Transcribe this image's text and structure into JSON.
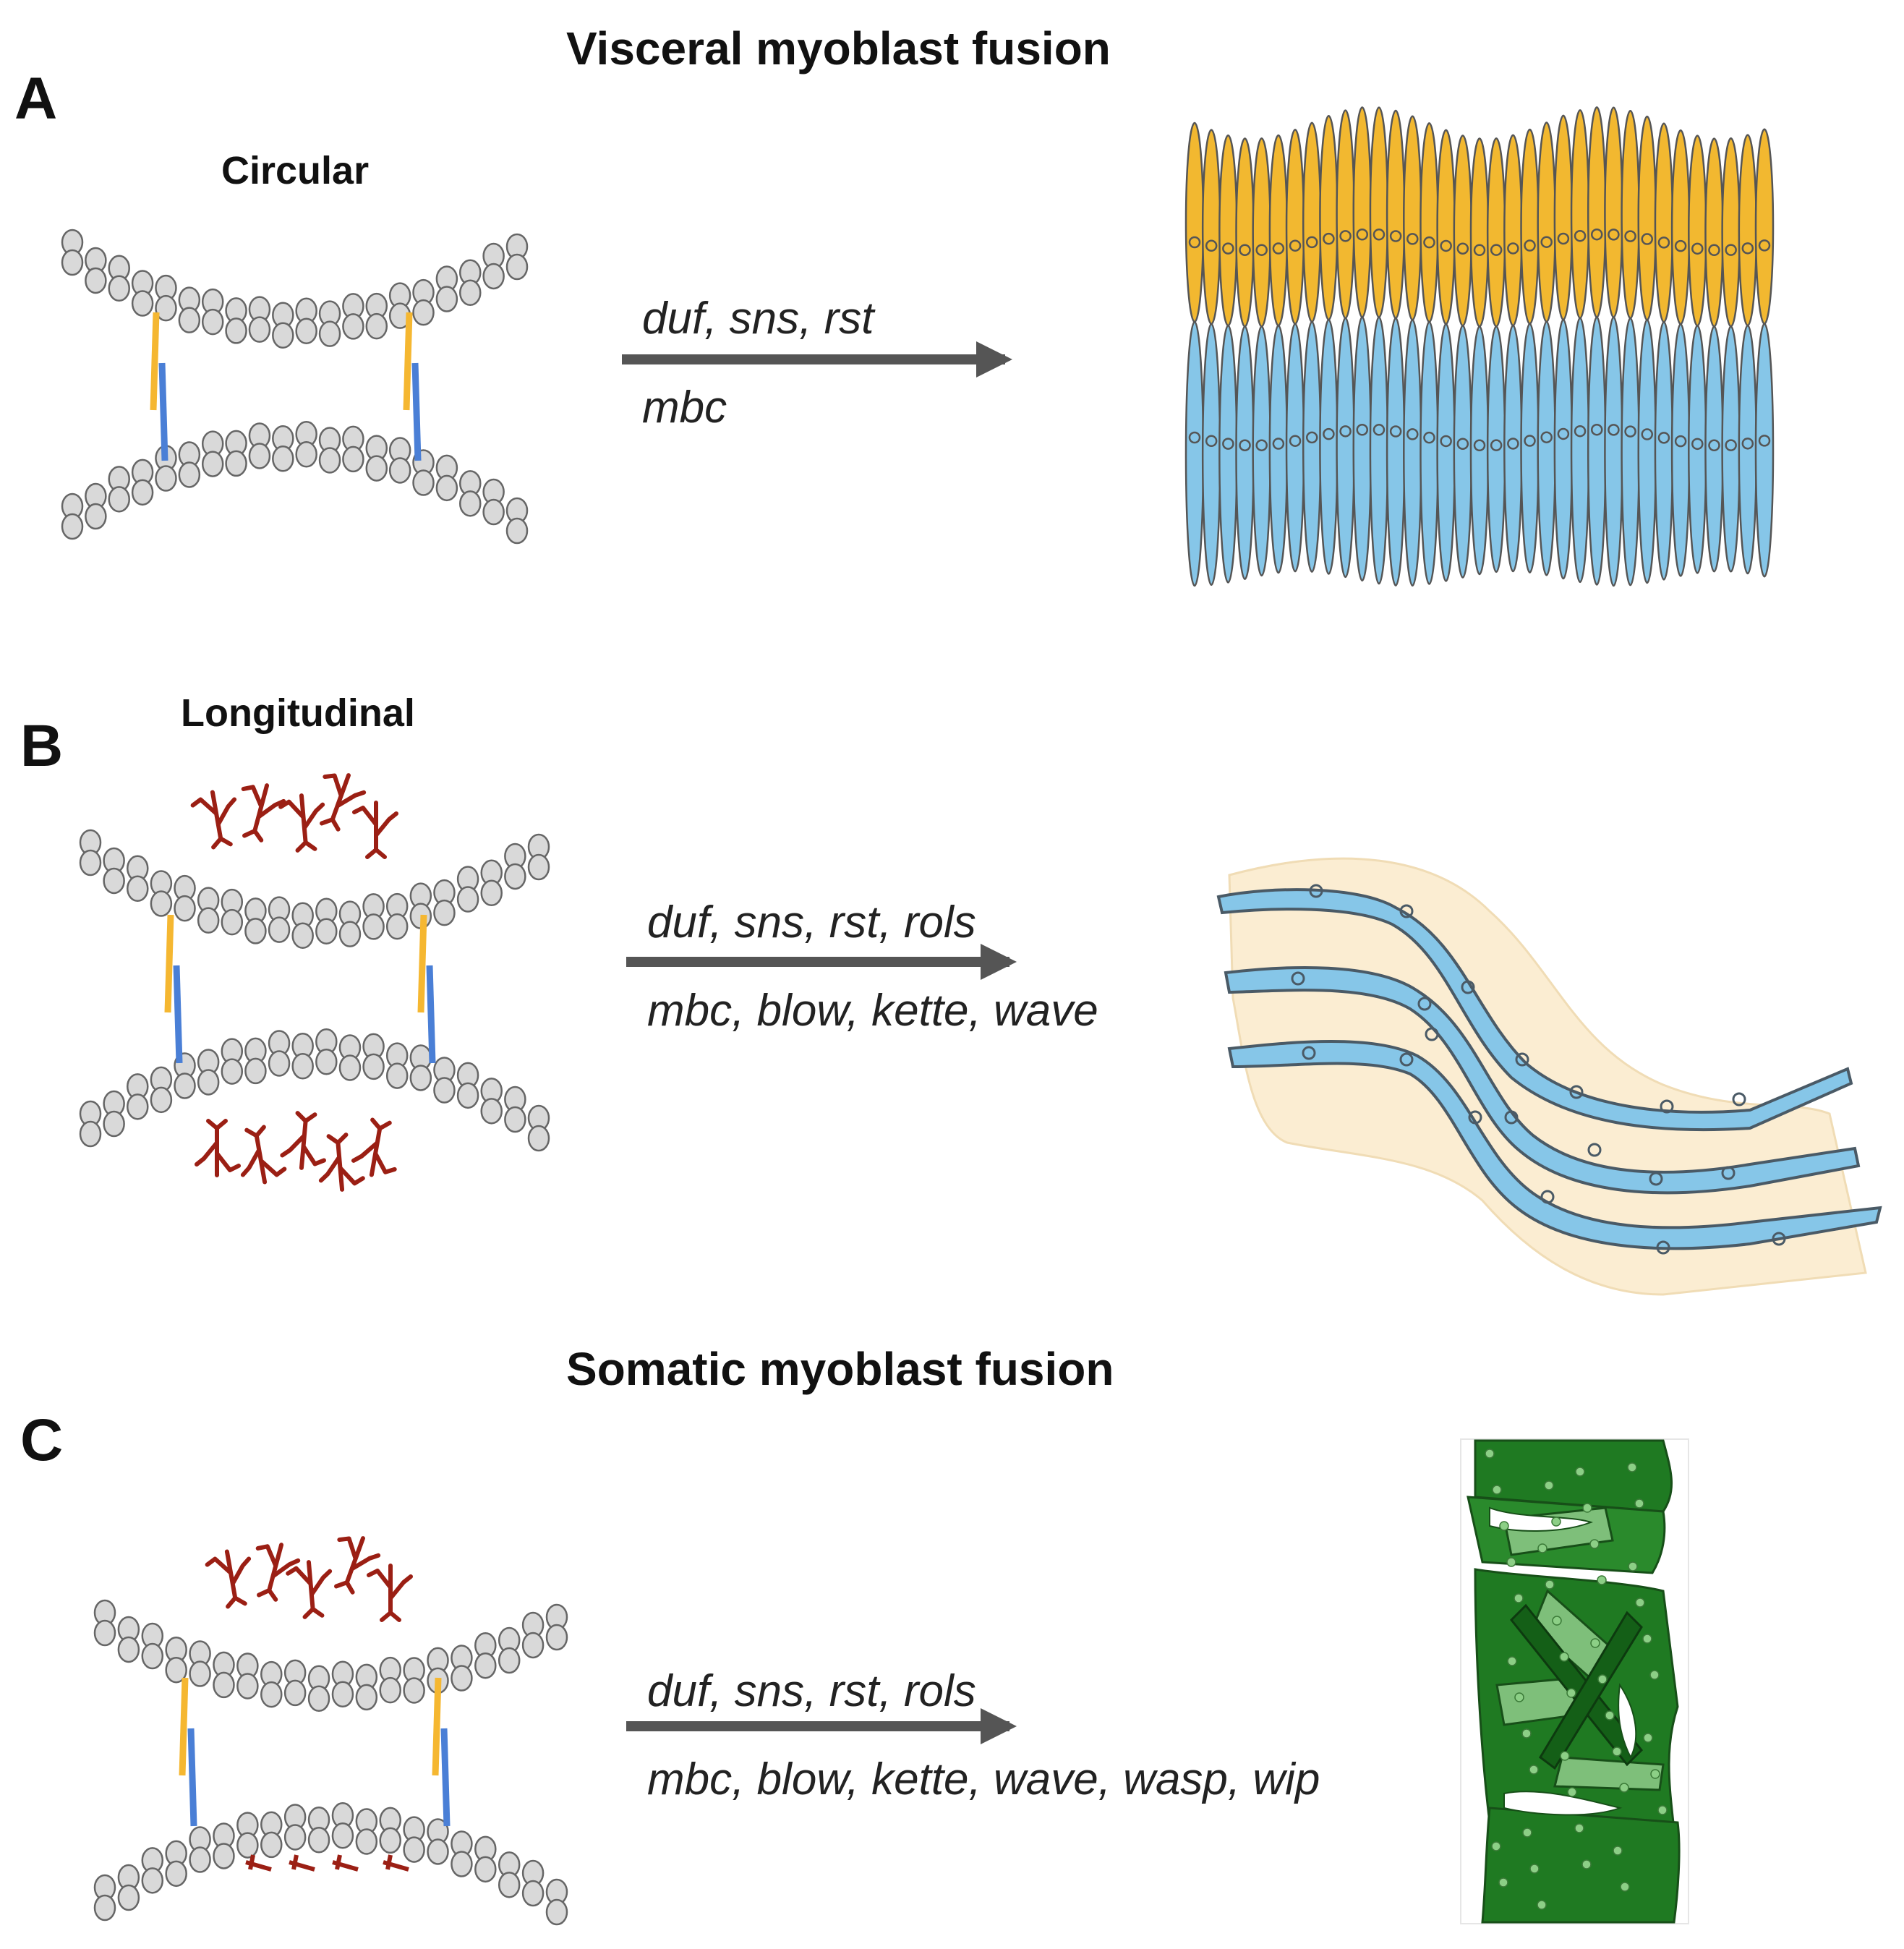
{
  "headings": {
    "visceral": "Visceral myoblast fusion",
    "somatic": "Somatic myoblast fusion"
  },
  "panels": {
    "A": {
      "letter": "A",
      "sublabel": "Circular",
      "genes_top": "duf, sns, rst",
      "genes_bottom": "mbc",
      "has_actin": false,
      "result": "circular-myotubes"
    },
    "B": {
      "letter": "B",
      "sublabel": "Longitudinal",
      "genes_top": "duf, sns, rst, rols",
      "genes_bottom": "mbc, blow, kette, wave",
      "has_actin": true,
      "result": "longitudinal-myotubes"
    },
    "C": {
      "letter": "C",
      "sublabel": "",
      "genes_top": "duf, sns, rst, rols",
      "genes_bottom": "mbc, blow, kette, wave, wasp, wip",
      "has_actin": true,
      "result": "somatic-muscles"
    }
  },
  "colors": {
    "founder_protein": "#f5b731",
    "fcm_protein": "#4a7fd6",
    "membrane_bead": "#d9d9d9",
    "bead_stroke": "#666666",
    "actin": "#9b1f14",
    "arrow": "#555555",
    "circular_top": "#f2b830",
    "circular_bottom": "#86c6e8",
    "longitudinal_cell": "#86c6e8",
    "longitudinal_bg": "#fbedd2",
    "somatic_dark": "#1f7a22",
    "somatic_light": "#7ebf7a"
  }
}
